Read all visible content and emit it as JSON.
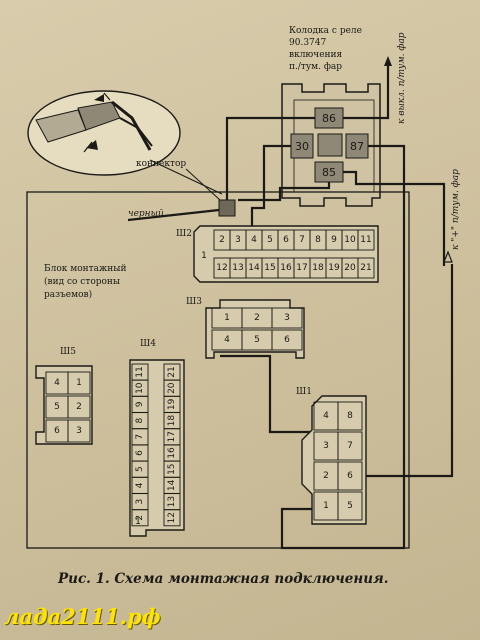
{
  "relay_block": {
    "title_lines": [
      "Колодка с реле",
      "90.3747",
      "включения",
      "п./тум. фар"
    ],
    "pins": {
      "p86": "86",
      "p30": "30",
      "p87": "87",
      "p85": "85"
    }
  },
  "labels": {
    "connector": "коннектор",
    "black": "черный",
    "to_switch": "к выкл. п/тум. фар",
    "to_plus": "к \"+\" п/тум. фар",
    "block_lines": [
      "Блок монтажный",
      "(вид со стороны",
      "разъемов)"
    ]
  },
  "sh2": {
    "name": "Ш2",
    "side": "1",
    "top": [
      "2",
      "3",
      "4",
      "5",
      "6",
      "7",
      "8",
      "9",
      "10",
      "11"
    ],
    "bottom": [
      "12",
      "13",
      "14",
      "15",
      "16",
      "17",
      "18",
      "19",
      "20",
      "21"
    ]
  },
  "sh3": {
    "name": "Ш3",
    "top": [
      "1",
      "2",
      "3"
    ],
    "bottom": [
      "4",
      "5",
      "6"
    ]
  },
  "sh4": {
    "name": "Ш4",
    "side": "1",
    "left": [
      "11",
      "10",
      "9",
      "8",
      "7",
      "6",
      "5",
      "4",
      "3",
      "2"
    ],
    "right": [
      "21",
      "20",
      "19",
      "18",
      "17",
      "16",
      "15",
      "14",
      "13",
      "12"
    ]
  },
  "sh5": {
    "name": "Ш5",
    "rows": [
      [
        "4",
        "1"
      ],
      [
        "5",
        "2"
      ],
      [
        "6",
        "3"
      ]
    ]
  },
  "sh1": {
    "name": "Ш1",
    "rows": [
      [
        "4",
        "8"
      ],
      [
        "3",
        "7"
      ],
      [
        "2",
        "6"
      ],
      [
        "1",
        "5"
      ]
    ]
  },
  "caption": "Рис. 1. Схема монтажная подключения.",
  "watermark": "лада2111.рф",
  "colors": {
    "paper": "#d2c6a6",
    "ink": "#1c1a16",
    "relay_fill": "#8f8877",
    "watermark": "#ffe400"
  }
}
